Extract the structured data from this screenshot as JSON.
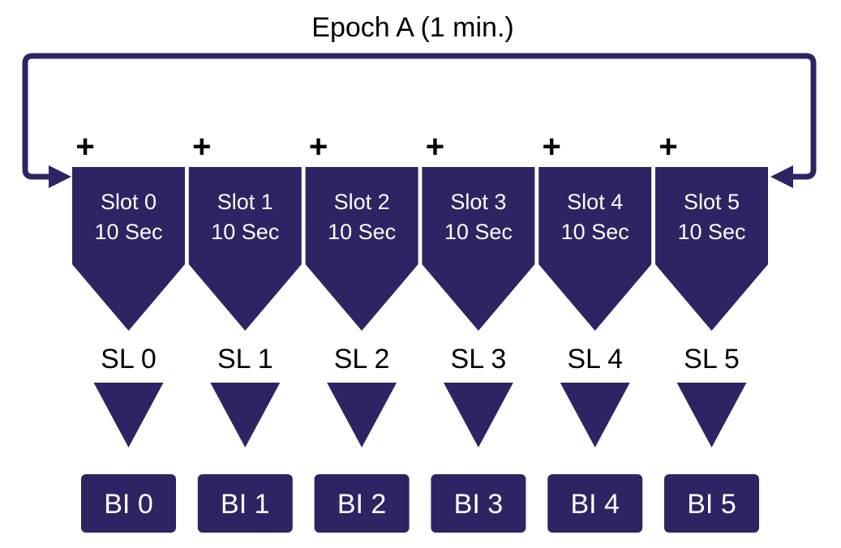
{
  "title": "Epoch A (1 min.)",
  "colors": {
    "primary": "#2e2464",
    "text_dark": "#000000",
    "text_light": "#ffffff"
  },
  "plus_symbol": "+",
  "slots": [
    {
      "name": "Slot 0",
      "duration": "10 Sec",
      "sl": "SL 0",
      "bi": "BI 0"
    },
    {
      "name": "Slot 1",
      "duration": "10 Sec",
      "sl": "SL 1",
      "bi": "BI 1"
    },
    {
      "name": "Slot 2",
      "duration": "10 Sec",
      "sl": "SL 2",
      "bi": "BI 2"
    },
    {
      "name": "Slot 3",
      "duration": "10 Sec",
      "sl": "SL 3",
      "bi": "BI 3"
    },
    {
      "name": "Slot 4",
      "duration": "10 Sec",
      "sl": "SL 4",
      "bi": "BI 4"
    },
    {
      "name": "Slot 5",
      "duration": "10 Sec",
      "sl": "SL 5",
      "bi": "BI 5"
    }
  ]
}
